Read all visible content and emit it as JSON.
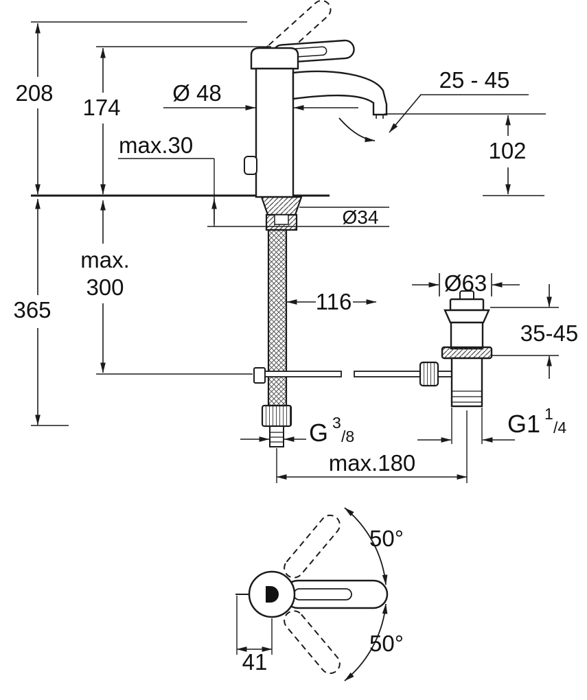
{
  "drawing": {
    "colors": {
      "line": "#1a1a1a",
      "background": "#ffffff"
    },
    "labels": {
      "total_height": "208",
      "body_height": "174",
      "body_diameter": "Ø 48",
      "spout_range": "25 - 45",
      "spout_height": "102",
      "deck_max": "max.30",
      "hole_diameter": "Ø34",
      "hose_max_line1": "max.",
      "hose_max_line2": "300",
      "below_deck_depth": "365",
      "hose_offset": "116",
      "waste_flange_diameter": "Ø63",
      "waste_deck_range": "35-45",
      "supply_thread_base": "G",
      "supply_thread_num": "3",
      "supply_thread_den": "/8",
      "waste_thread_base": "G1",
      "waste_thread_num": "1",
      "waste_thread_den": "/4",
      "center_distance": "max.180",
      "handle_angle_up": "50°",
      "handle_angle_down": "50°",
      "handle_offset": "41"
    }
  }
}
